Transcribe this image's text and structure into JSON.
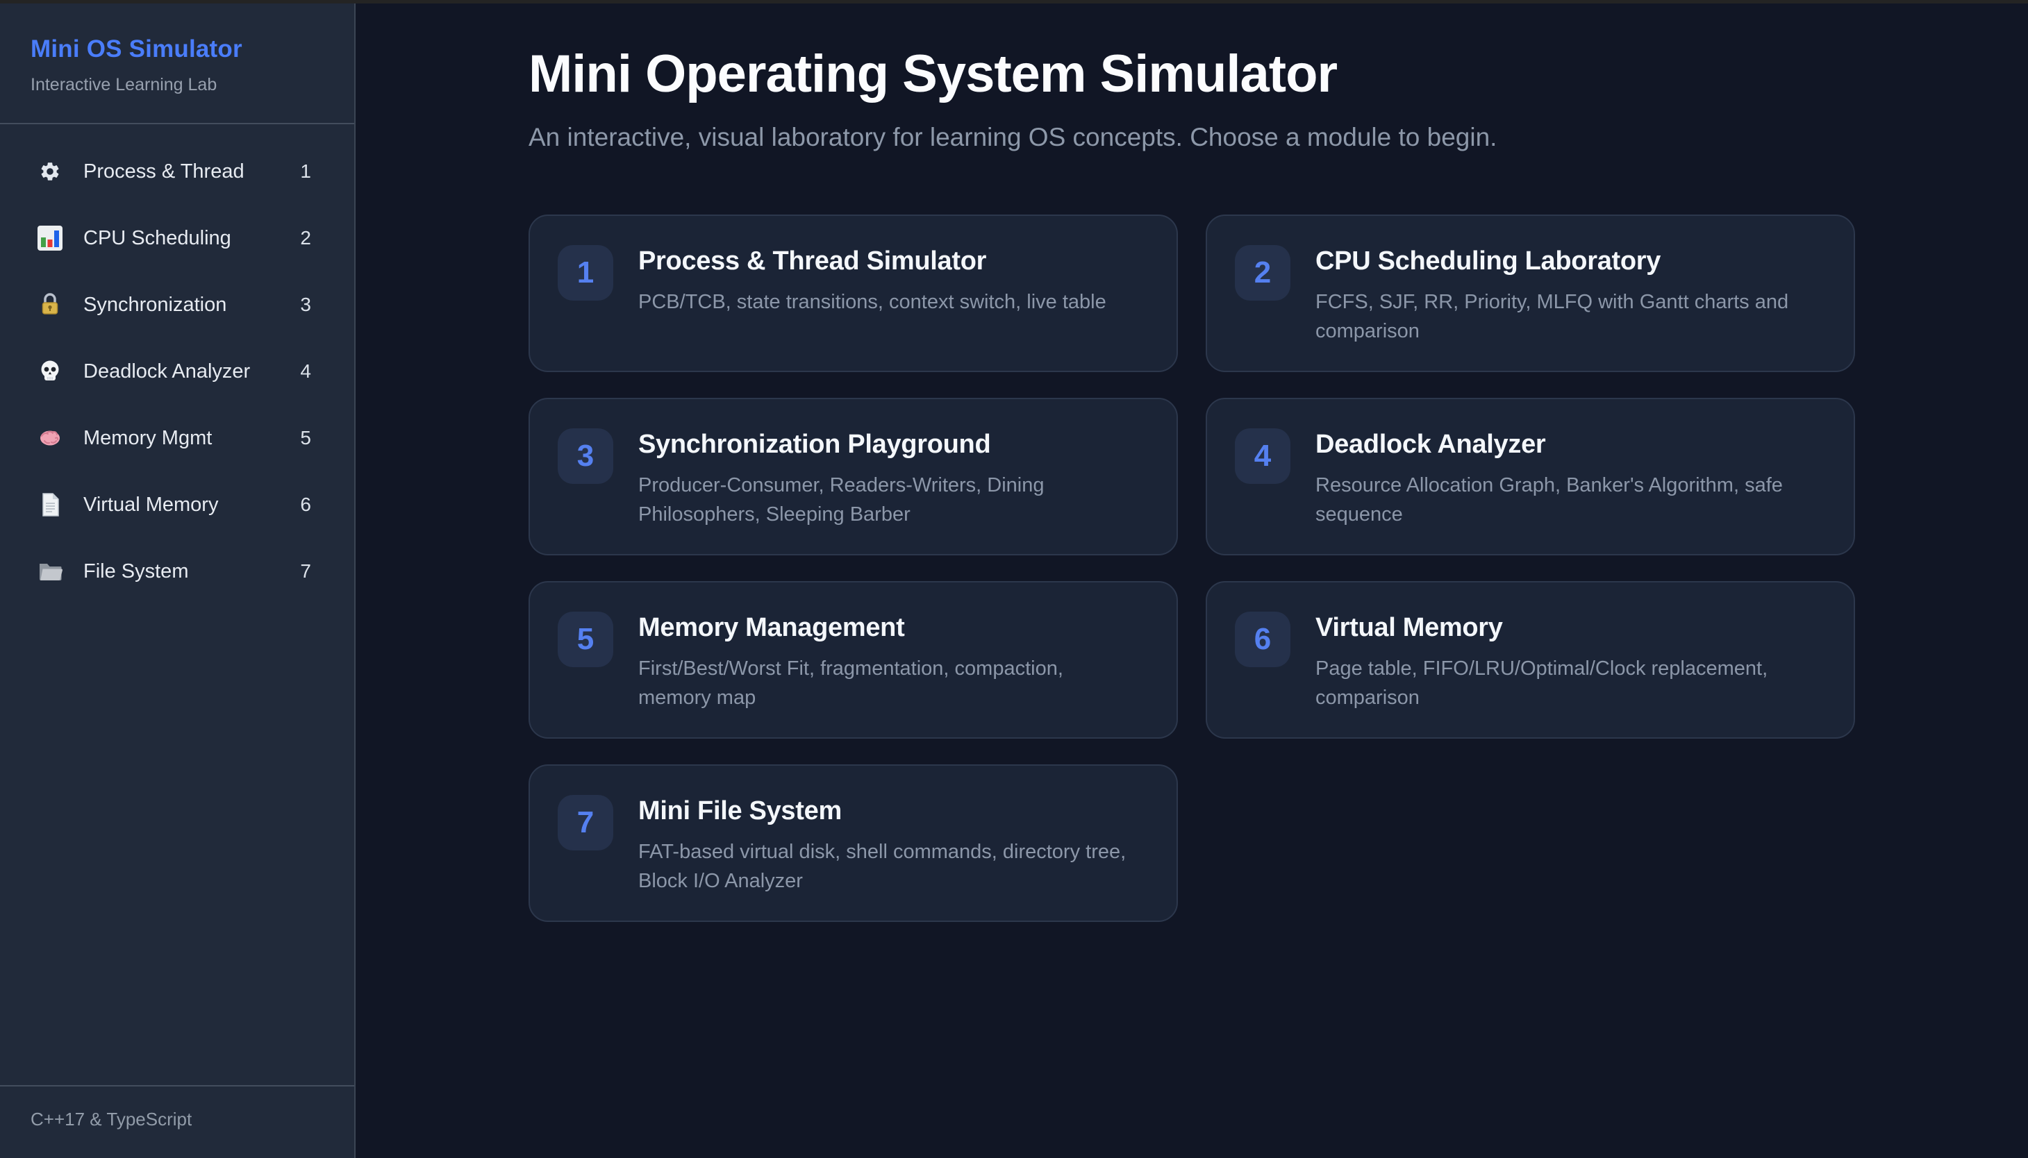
{
  "theme": {
    "accent_blue": "#4A7DFA",
    "badge_blue": "#5580F0",
    "sidebar_bg": "#212A3A",
    "main_bg": "#111625",
    "card_bg": "#1B2436",
    "card_border": "#2C374C"
  },
  "sidebar": {
    "title": "Mini OS Simulator",
    "subtitle": "Interactive Learning Lab",
    "items": [
      {
        "icon": "gear-icon",
        "label": "Process & Thread",
        "number": "1"
      },
      {
        "icon": "bar-chart-icon",
        "label": "CPU Scheduling",
        "number": "2"
      },
      {
        "icon": "lock-icon",
        "label": "Synchronization",
        "number": "3"
      },
      {
        "icon": "skull-icon",
        "label": "Deadlock Analyzer",
        "number": "4"
      },
      {
        "icon": "brain-icon",
        "label": "Memory Mgmt",
        "number": "5"
      },
      {
        "icon": "page-icon",
        "label": "Virtual Memory",
        "number": "6"
      },
      {
        "icon": "folder-icon",
        "label": "File System",
        "number": "7"
      }
    ],
    "footer": "C++17 & TypeScript"
  },
  "main": {
    "title": "Mini Operating System Simulator",
    "subtitle": "An interactive, visual laboratory for learning OS concepts. Choose a module to begin.",
    "cards": [
      {
        "number": "1",
        "title": "Process & Thread Simulator",
        "description": "PCB/TCB, state transitions, context switch, live table"
      },
      {
        "number": "2",
        "title": "CPU Scheduling Laboratory",
        "description": "FCFS, SJF, RR, Priority, MLFQ with Gantt charts and comparison"
      },
      {
        "number": "3",
        "title": "Synchronization Playground",
        "description": "Producer-Consumer, Readers-Writers, Dining Philosophers, Sleeping Barber"
      },
      {
        "number": "4",
        "title": "Deadlock Analyzer",
        "description": "Resource Allocation Graph, Banker's Algorithm, safe sequence"
      },
      {
        "number": "5",
        "title": "Memory Management",
        "description": "First/Best/Worst Fit, fragmentation, compaction, memory map"
      },
      {
        "number": "6",
        "title": "Virtual Memory",
        "description": "Page table, FIFO/LRU/Optimal/Clock replacement, comparison"
      },
      {
        "number": "7",
        "title": "Mini File System",
        "description": "FAT-based virtual disk, shell commands, directory tree, Block I/O Analyzer"
      }
    ]
  }
}
